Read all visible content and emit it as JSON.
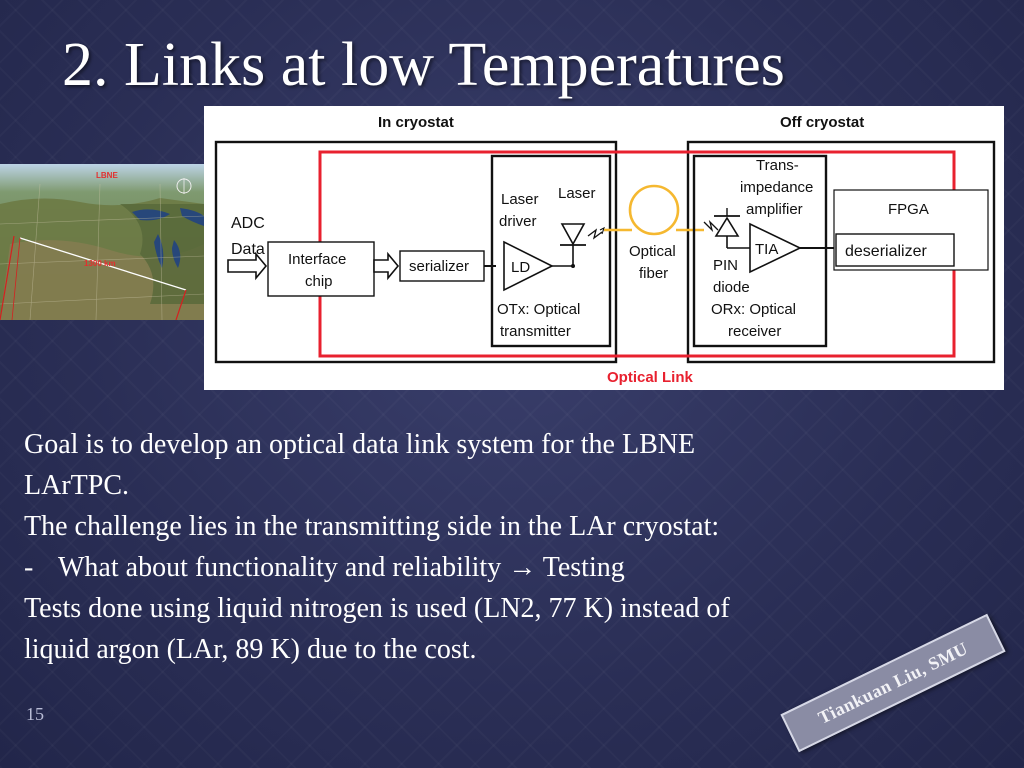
{
  "slide": {
    "title": "2. Links at low Temperatures",
    "page_number": "15"
  },
  "map_image": {
    "label": "LBNE",
    "distance": "1300 km"
  },
  "diagram": {
    "in_cryostat_label": "In cryostat",
    "off_cryostat_label": "Off cryostat",
    "adc_label_1": "ADC",
    "adc_label_2": "Data",
    "interface_chip_1": "Interface",
    "interface_chip_2": "chip",
    "serializer": "serializer",
    "laser_driver_1": "Laser",
    "laser_driver_2": "driver",
    "laser": "Laser",
    "ld": "LD",
    "otx_1": "OTx: Optical",
    "otx_2": "transmitter",
    "optical_fiber_1": "Optical",
    "optical_fiber_2": "fiber",
    "tia_label_1": "Trans-",
    "tia_label_2": "impedance",
    "tia_label_3": "amplifier",
    "tia": "TIA",
    "pin_1": "PIN",
    "pin_2": "diode",
    "orx_1": "ORx: Optical",
    "orx_2": "receiver",
    "fpga": "FPGA",
    "deserializer": "deserializer",
    "optical_link": "Optical Link",
    "colors": {
      "red": "#e8212f",
      "fiber": "#f5b830",
      "black": "#111111"
    }
  },
  "body": {
    "line1": "Goal is to develop an optical data link system for the LBNE",
    "line2": "LArTPC.",
    "line3": "The challenge lies in the transmitting side in the LAr cryostat:",
    "bullet_dash": "-",
    "bullet_text": "What about functionality and reliability → Testing",
    "line5": "Tests done using liquid nitrogen is used (LN2, 77 K) instead of",
    "line6": "liquid argon (LAr, 89 K) due to the cost."
  },
  "watermark": {
    "text": "Tiankuan Liu, SMU"
  }
}
